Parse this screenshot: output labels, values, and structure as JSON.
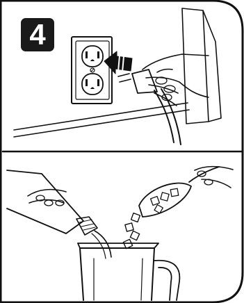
{
  "step": {
    "number": "4"
  },
  "panels": [
    {
      "name": "plug-in-power-cord"
    },
    {
      "name": "add-liquid-and-ice"
    }
  ],
  "icons": {
    "insert-direction": "arrow-icon"
  }
}
